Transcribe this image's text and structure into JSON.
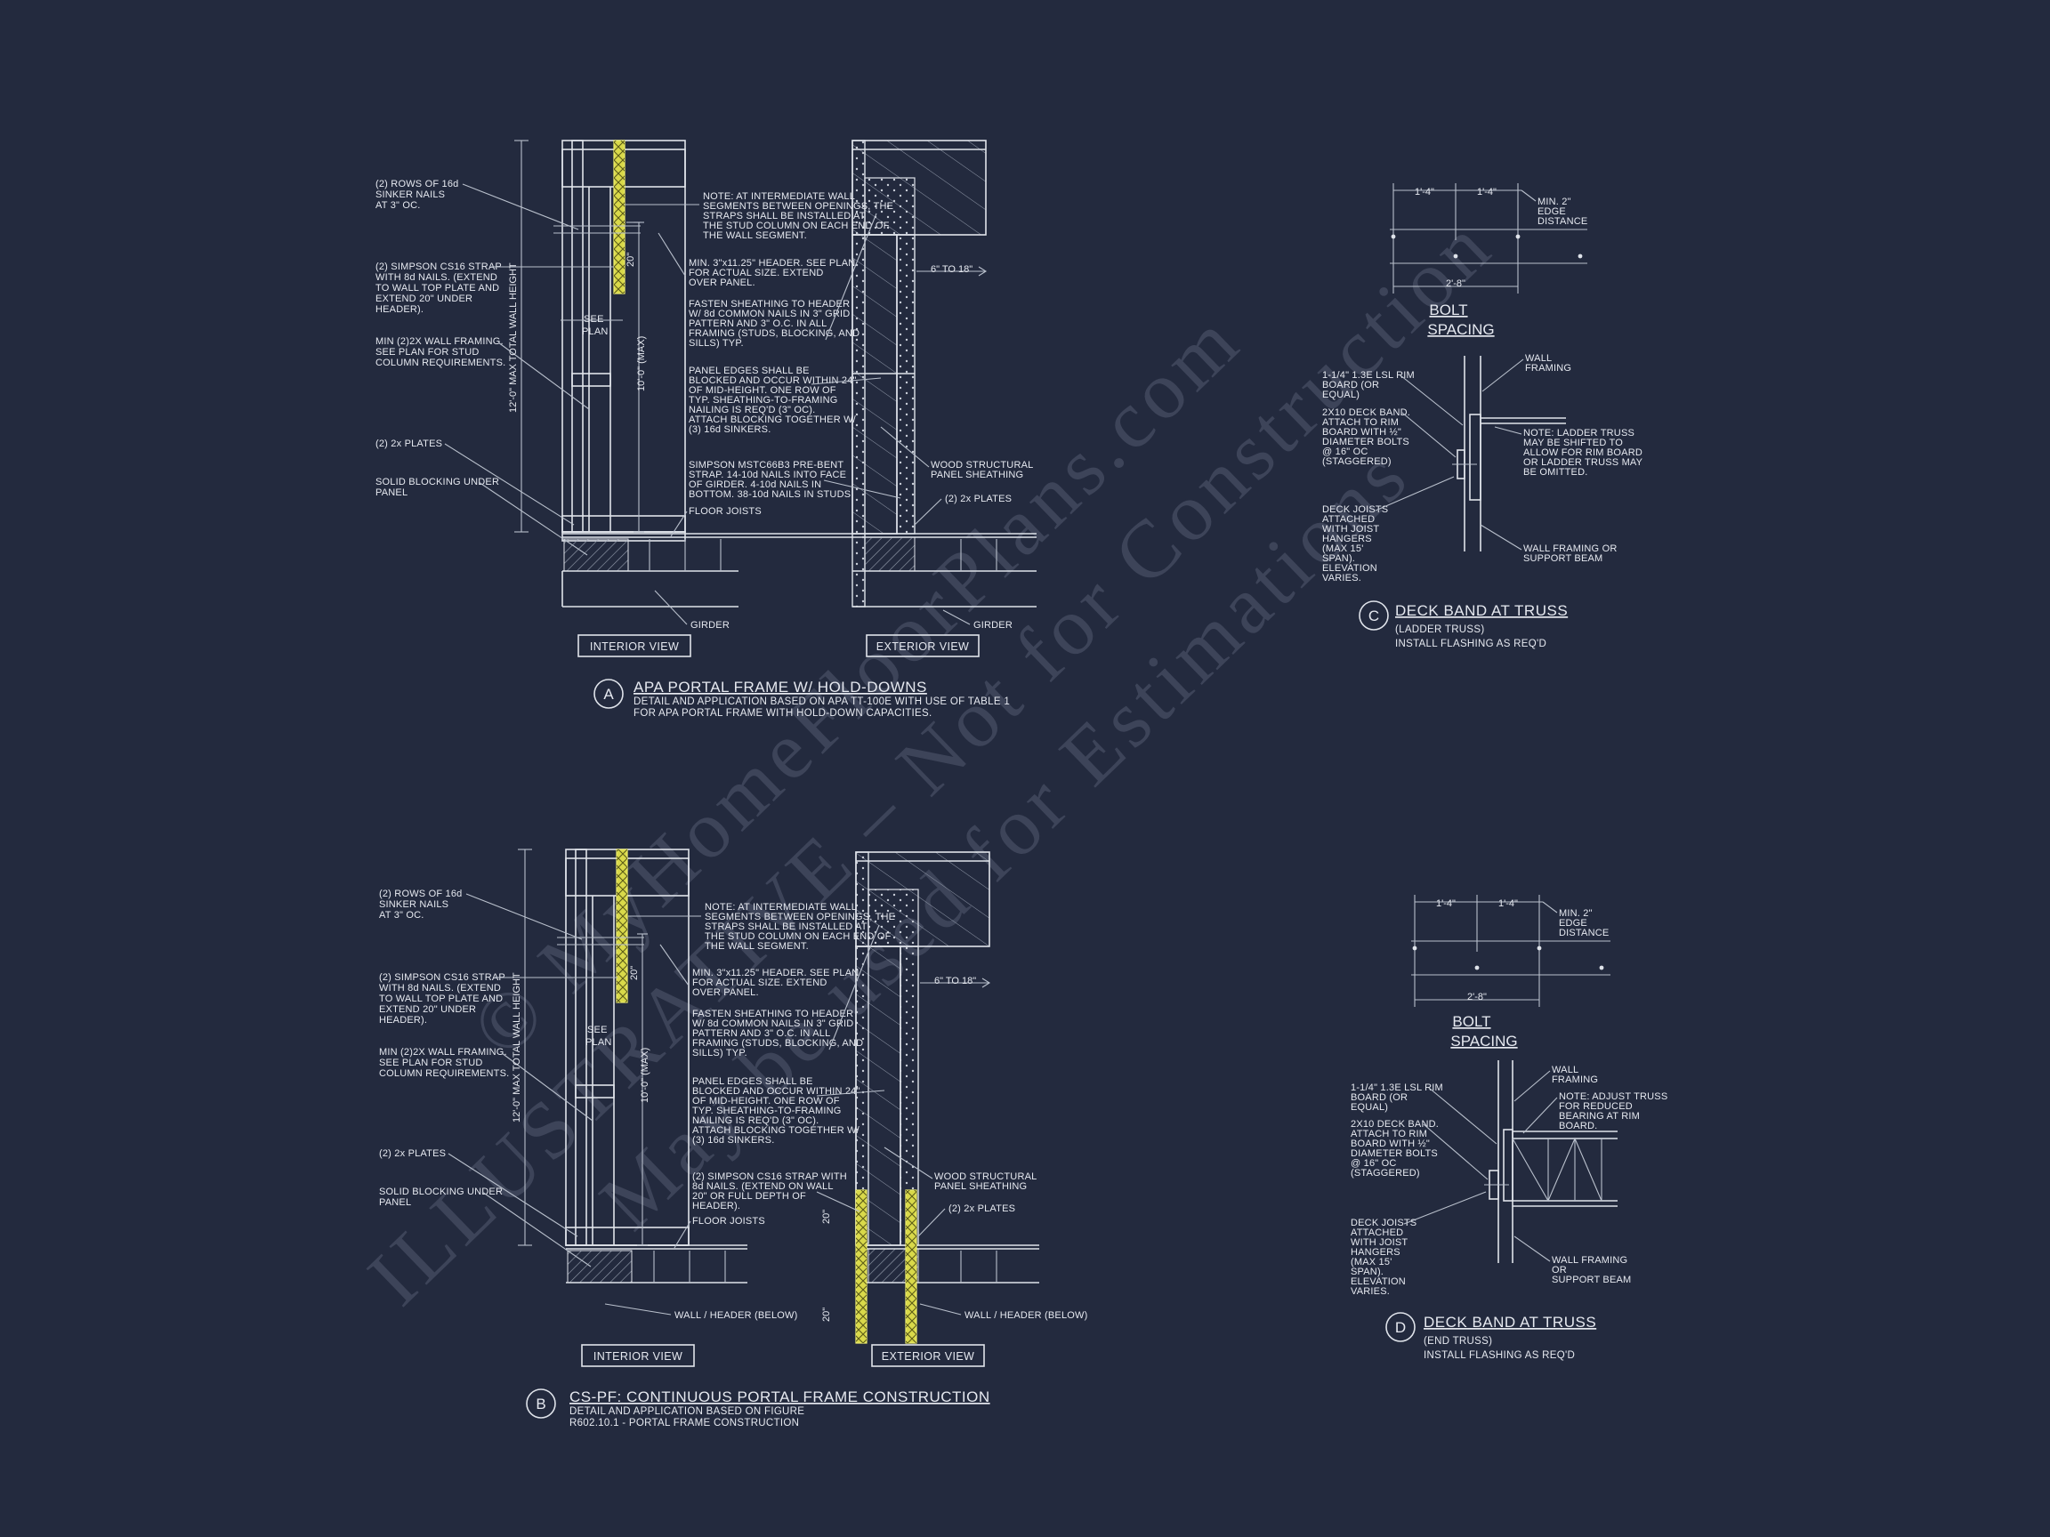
{
  "colors": {
    "background": "#232a3e",
    "linework": "#dfe3ea",
    "strap": "#d9d94a",
    "watermark": "#3d4459"
  },
  "watermark": [
    "© MyHomeFloorPlans.com",
    "ILLUSTRATIVE – Not for Construction",
    "May be used for Estimations"
  ],
  "detailA": {
    "tag": "A",
    "title": "APA PORTAL FRAME W/ HOLD-DOWNS",
    "subtitle": [
      "DETAIL AND APPLICATION BASED ON APA TT-100E WITH USE OF TABLE 1",
      "FOR APA PORTAL FRAME WITH HOLD-DOWN CAPACITIES."
    ],
    "interior_view": "INTERIOR VIEW",
    "exterior_view": "EXTERIOR VIEW",
    "left_notes": [
      [
        "(2) ROWS OF 16d",
        "SINKER NAILS",
        "AT 3\" OC."
      ],
      [
        "(2) SIMPSON CS16 STRAP",
        "WITH 8d NAILS. (EXTEND",
        "TO WALL TOP PLATE AND",
        "EXTEND 20\" UNDER",
        "HEADER)."
      ],
      [
        "MIN (2)2X WALL FRAMING.",
        "SEE PLAN FOR STUD",
        "COLUMN REQUIREMENTS."
      ],
      [
        "(2) 2x PLATES"
      ],
      [
        "SOLID BLOCKING UNDER",
        "PANEL"
      ]
    ],
    "mid_notes": [
      [
        "NOTE: AT INTERMEDIATE WALL",
        "SEGMENTS BETWEEN OPENINGS, THE",
        "STRAPS SHALL BE INSTALLED AT",
        "THE STUD COLUMN ON EACH END OF",
        "THE WALL SEGMENT."
      ],
      [
        "MIN. 3\"x11.25\" HEADER. SEE PLAN",
        "FOR ACTUAL SIZE. EXTEND",
        "OVER PANEL."
      ],
      [
        "FASTEN SHEATHING TO HEADER",
        "W/ 8d COMMON NAILS IN 3\" GRID",
        "PATTERN AND 3\" O.C. IN ALL",
        "FRAMING (STUDS, BLOCKING, AND",
        "SILLS) TYP."
      ],
      [
        "PANEL EDGES SHALL BE",
        "BLOCKED AND OCCUR WITHIN 24\"",
        "OF MID-HEIGHT.  ONE ROW OF",
        "TYP. SHEATHING-TO-FRAMING",
        "NAILING IS REQ'D (3\" OC).",
        "ATTACH BLOCKING TOGETHER W/",
        "(3) 16d SINKERS."
      ],
      [
        "SIMPSON MSTC66B3 PRE-BENT",
        "STRAP. 14-10d NAILS INTO FACE",
        "OF GIRDER. 4-10d NAILS IN",
        "BOTTOM. 38-10d NAILS IN STUDS"
      ],
      [
        "FLOOR JOISTS"
      ]
    ],
    "right_notes": [
      [
        "WOOD STRUCTURAL",
        "PANEL SHEATHING"
      ],
      [
        "(2) 2x PLATES"
      ]
    ],
    "girder": "GIRDER",
    "dim_6to18": "6\" TO 18\"",
    "dim_20": "20\"",
    "dim_10max": "10'-0\" (MAX)",
    "dim_12max": "12'-0\" MAX TOTAL WALL HEIGHT",
    "see_plan": [
      "SEE",
      "PLAN"
    ]
  },
  "detailB": {
    "tag": "B",
    "title": "CS-PF: CONTINUOUS PORTAL FRAME CONSTRUCTION",
    "subtitle": [
      "DETAIL AND APPLICATION BASED ON  FIGURE",
      "R602.10.1 - PORTAL FRAME CONSTRUCTION"
    ],
    "interior_view": "INTERIOR VIEW",
    "exterior_view": "EXTERIOR VIEW",
    "left_notes": [
      [
        "(2) ROWS OF 16d",
        "SINKER NAILS",
        "AT 3\" OC."
      ],
      [
        "(2) SIMPSON CS16 STRAP",
        "WITH 8d NAILS. (EXTEND",
        "TO WALL TOP PLATE AND",
        "EXTEND 20\" UNDER",
        "HEADER)."
      ],
      [
        "MIN (2)2X WALL FRAMING.",
        "SEE PLAN FOR STUD",
        "COLUMN REQUIREMENTS."
      ],
      [
        "(2) 2x PLATES"
      ],
      [
        "SOLID BLOCKING UNDER",
        "PANEL"
      ]
    ],
    "mid_notes": [
      [
        "NOTE: AT INTERMEDIATE WALL",
        "SEGMENTS BETWEEN OPENINGS, THE",
        "STRAPS SHALL BE INSTALLED AT",
        "THE STUD COLUMN ON EACH END OF",
        "THE WALL SEGMENT."
      ],
      [
        "MIN. 3\"x11.25\" HEADER. SEE PLAN",
        "FOR ACTUAL SIZE. EXTEND",
        "OVER PANEL."
      ],
      [
        "FASTEN SHEATHING TO HEADER",
        "W/ 8d COMMON NAILS IN 3\" GRID",
        "PATTERN AND 3\" O.C. IN ALL",
        "FRAMING (STUDS, BLOCKING, AND",
        "SILLS) TYP."
      ],
      [
        "PANEL EDGES SHALL BE",
        "BLOCKED AND OCCUR WITHIN 24\"",
        "OF MID-HEIGHT.  ONE ROW OF",
        "TYP. SHEATHING-TO-FRAMING",
        "NAILING IS REQ'D (3\" OC).",
        "ATTACH BLOCKING TOGETHER W/",
        "(3) 16d SINKERS."
      ],
      [
        "(2) SIMPSON CS16 STRAP WITH",
        "8d NAILS. (EXTEND ON WALL",
        "20\" OR FULL DEPTH OF",
        "HEADER)."
      ],
      [
        "FLOOR JOISTS"
      ]
    ],
    "right_notes": [
      [
        "WOOD STRUCTURAL",
        "PANEL SHEATHING"
      ],
      [
        "(2) 2x PLATES"
      ]
    ],
    "wall_header": "WALL / HEADER (BELOW)",
    "dim_6to18": "6\" TO 18\"",
    "dim_20": "20\"",
    "dim_10max": "10'-0\" (MAX)",
    "dim_12max": "12'-0\" MAX TOTAL WALL HEIGHT",
    "see_plan": [
      "SEE",
      "PLAN"
    ]
  },
  "detailC": {
    "tag": "C",
    "title": "DECK BAND AT TRUSS",
    "subtitle": [
      "(LADDER TRUSS)",
      "INSTALL FLASHING AS REQ'D"
    ],
    "bolt_spacing": [
      "BOLT",
      "SPACING"
    ],
    "dims": [
      "1'-4\"",
      "1'-4\"",
      "2'-8\""
    ],
    "edge": [
      "MIN. 2\"",
      "EDGE",
      "DISTANCE"
    ],
    "left_notes": [
      [
        "1-1/4\" 1.3E LSL RIM",
        "BOARD (OR",
        "EQUAL)"
      ],
      [
        "2X10 DECK BAND.",
        "ATTACH TO RIM",
        "BOARD WITH ½\"",
        "DIAMETER BOLTS",
        "@ 16\" OC",
        "(STAGGERED)"
      ],
      [
        "DECK JOISTS",
        "ATTACHED",
        "WITH JOIST",
        "HANGERS",
        "(MAX 15'",
        "SPAN).",
        "ELEVATION",
        "VARIES."
      ]
    ],
    "right_notes": [
      [
        "WALL",
        "FRAMING"
      ],
      [
        "NOTE: LADDER TRUSS",
        "MAY BE SHIFTED TO",
        "ALLOW FOR RIM BOARD",
        "OR LADDER TRUSS MAY",
        "BE OMITTED."
      ],
      [
        "WALL FRAMING OR",
        "SUPPORT BEAM"
      ]
    ]
  },
  "detailD": {
    "tag": "D",
    "title": "DECK BAND AT TRUSS",
    "subtitle": [
      "(END TRUSS)",
      "INSTALL FLASHING AS REQ'D"
    ],
    "bolt_spacing": [
      "BOLT",
      "SPACING"
    ],
    "dims": [
      "1'-4\"",
      "1'-4\"",
      "2'-8\""
    ],
    "edge": [
      "MIN. 2\"",
      "EDGE",
      "DISTANCE"
    ],
    "left_notes": [
      [
        "1-1/4\" 1.3E LSL RIM",
        "BOARD (OR",
        "EQUAL)"
      ],
      [
        "2X10 DECK BAND.",
        "ATTACH TO RIM",
        "BOARD WITH ½\"",
        "DIAMETER BOLTS",
        "@ 16\" OC",
        "(STAGGERED)"
      ],
      [
        "DECK JOISTS",
        "ATTACHED",
        "WITH JOIST",
        "HANGERS",
        "(MAX 15'",
        "SPAN).",
        "ELEVATION",
        "VARIES."
      ]
    ],
    "right_notes": [
      [
        "WALL",
        "FRAMING"
      ],
      [
        "NOTE: ADJUST TRUSS",
        "FOR REDUCED",
        "BEARING AT RIM",
        "BOARD."
      ],
      [
        "WALL FRAMING",
        "OR",
        "SUPPORT BEAM"
      ]
    ]
  }
}
